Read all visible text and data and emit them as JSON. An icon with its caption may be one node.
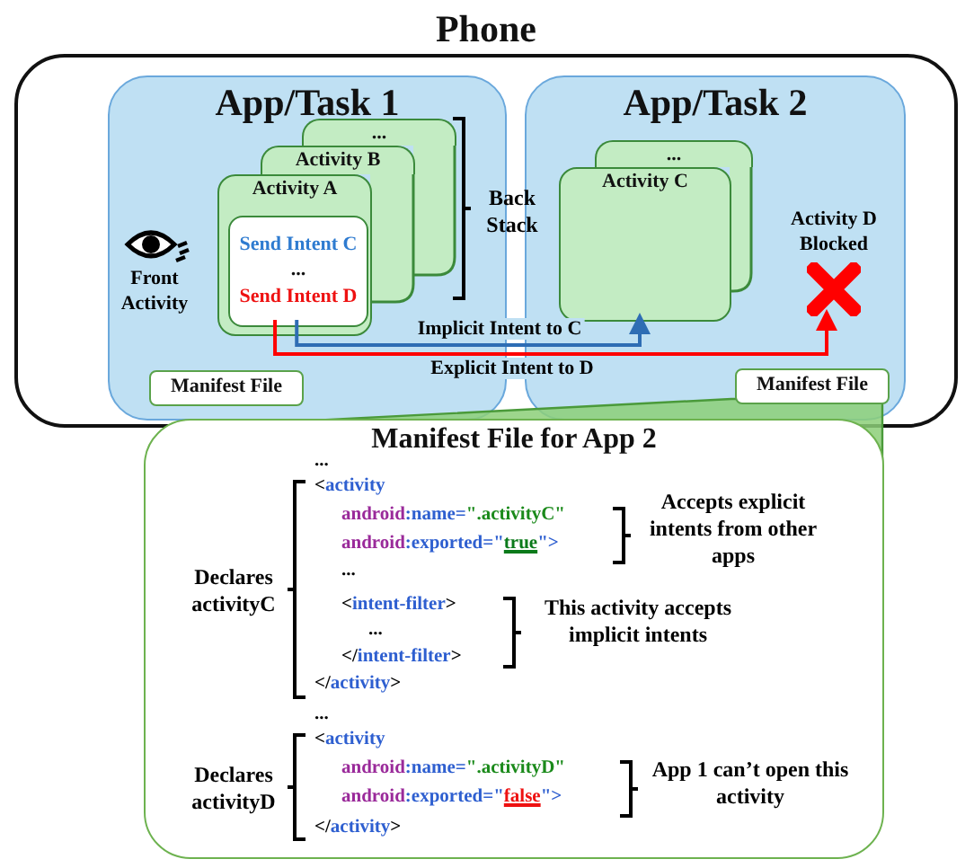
{
  "diagram": {
    "nodes": [
      {
        "text": [
          "Phone"
        ]
      },
      {
        "text": [
          "App/Task 1"
        ],
        "in": 0
      },
      {
        "text": [
          "App/Task 2"
        ],
        "in": 0
      },
      {
        "text": [
          "..."
        ],
        "in": 1
      },
      {
        "text": [
          "Activity B"
        ],
        "in": 1
      },
      {
        "text": [
          "Activity A"
        ],
        "in": 1
      },
      {
        "text": [
          "Send Intent C",
          "...",
          "Send Intent D"
        ],
        "in": 5
      },
      {
        "text": [
          "Front Activity"
        ],
        "in": 1
      },
      {
        "text": [
          "Manifest File"
        ],
        "in": 1
      },
      {
        "text": [
          "..."
        ],
        "in": 2
      },
      {
        "text": [
          "Activity C"
        ],
        "in": 2
      },
      {
        "text": [
          "Activity D Blocked"
        ],
        "in": 2
      },
      {
        "text": [
          "Manifest File"
        ],
        "in": 2
      },
      {
        "text": [
          "Manifest File for App 2"
        ]
      }
    ],
    "edges": [
      {
        "from": 6,
        "to": 10,
        "arrow": "to",
        "label": "Implicit Intent to C",
        "color": "#2e6db4"
      },
      {
        "from": 6,
        "to": 11,
        "arrow": "to",
        "label": "Explicit Intent to D",
        "color": "#ff0000"
      }
    ],
    "labels": [
      "Back Stack",
      "...",
      "<activity",
      "android:name=\".activityC\"",
      "Accepts explicit intents from other apps",
      "android:exported=\"true\">",
      "Declares activityC",
      "...",
      "<intent-filter>",
      "This activity accepts implicit intents",
      "...",
      "</intent-filter>",
      "</activity>",
      "...",
      "<activity",
      "Declares activityD",
      "android:name=\".activityD\"",
      "App 1 can’t open this activity",
      "android:exported=\"false\">",
      "</activity>"
    ]
  }
}
